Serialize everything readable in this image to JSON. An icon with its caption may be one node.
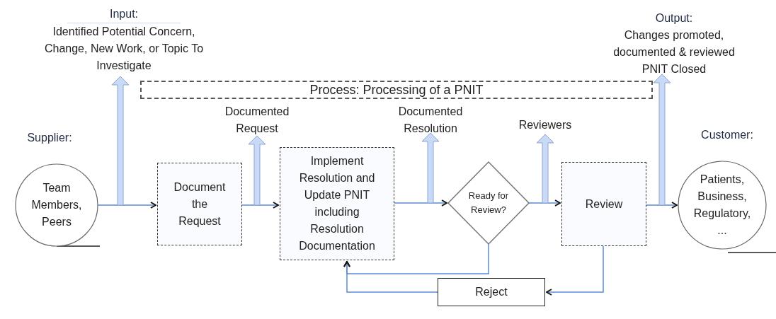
{
  "diagram": {
    "nodes": [
      {
        "text": [
          "Input:",
          "Identified Potential Concern, Change, New Work, or Topic To Investigate"
        ]
      },
      {
        "text": [
          "Output:",
          "Changes promoted, documented & reviewed PNIT Closed"
        ]
      },
      {
        "text": [
          "Process: Processing of a PNIT"
        ]
      },
      {
        "text": [
          "Team Members, Peers"
        ],
        "beside": [
          "Supplier:"
        ]
      },
      {
        "text": [
          "Document the Request"
        ]
      },
      {
        "text": [
          "Documented Request"
        ]
      },
      {
        "text": [
          "Implement Resolution and Update PNIT including Resolution Documentation"
        ]
      },
      {
        "text": [
          "Documented Resolution"
        ]
      },
      {
        "text": [
          "Ready for Review?"
        ]
      },
      {
        "text": [
          "Reviewers"
        ]
      },
      {
        "text": [
          "Review"
        ]
      },
      {
        "text": [
          "Patients, Business, Regulatory, ..."
        ],
        "beside": [
          "Customer:"
        ]
      },
      {
        "text": [
          "Reject"
        ]
      }
    ],
    "edges": [
      {
        "from": 3,
        "to": 4,
        "arrow": "to"
      },
      {
        "from": 4,
        "to": 6,
        "arrow": "to"
      },
      {
        "from": 6,
        "to": 8,
        "arrow": "to"
      },
      {
        "from": 8,
        "to": 10,
        "arrow": "to"
      },
      {
        "from": 10,
        "to": 11,
        "arrow": "to"
      },
      {
        "from": 10,
        "to": 12,
        "arrow": "to"
      },
      {
        "from": 12,
        "to": 6,
        "arrow": "to"
      },
      {
        "from": 8,
        "to": 6,
        "arrow": "to"
      },
      {
        "from": null,
        "to": 0,
        "arrow": "to",
        "style": "thick",
        "color": "#c9daf8"
      },
      {
        "from": null,
        "to": 5,
        "arrow": "to",
        "style": "thick",
        "color": "#c9daf8"
      },
      {
        "from": null,
        "to": 7,
        "arrow": "to",
        "style": "thick",
        "color": "#c9daf8"
      },
      {
        "from": null,
        "to": 9,
        "arrow": "to",
        "style": "thick",
        "color": "#c9daf8"
      },
      {
        "from": null,
        "to": 1,
        "arrow": "to",
        "style": "thick",
        "color": "#c9daf8"
      }
    ]
  }
}
